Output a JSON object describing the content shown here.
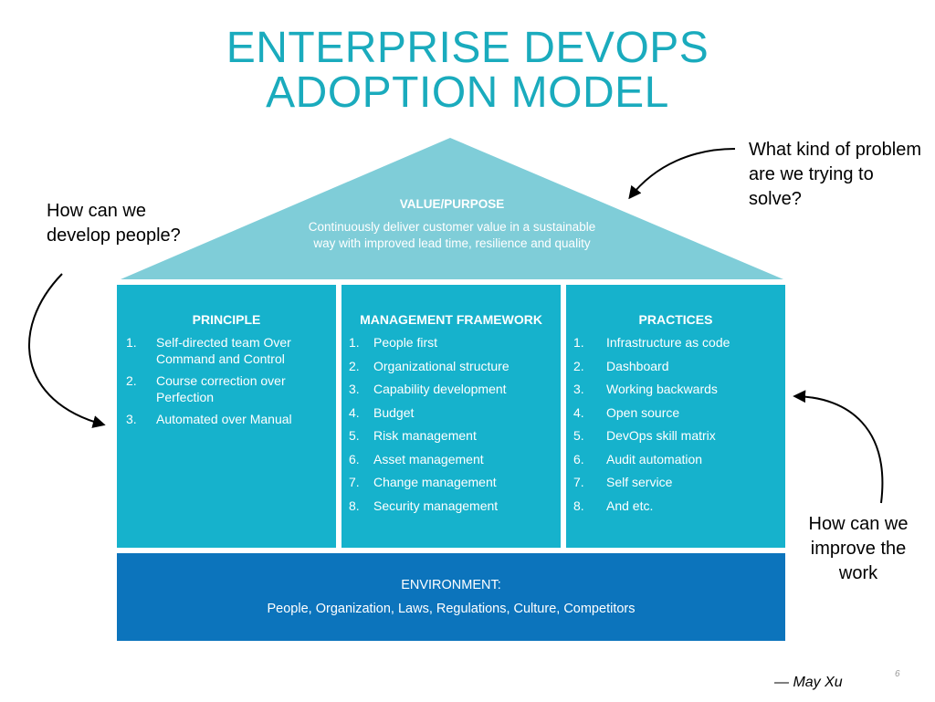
{
  "title": {
    "line1": "ENTERPRISE DEVOPS",
    "line2": "ADOPTION MODEL"
  },
  "roof": {
    "heading": "VALUE/PURPOSE",
    "body": "Continuously deliver customer value in a sustainable way with improved lead time, resilience and quality"
  },
  "columns": [
    {
      "heading": "PRINCIPLE",
      "items": [
        {
          "num": "1.",
          "text": "Self-directed team Over Command and Control"
        },
        {
          "num": "2.",
          "text": "Course correction over Perfection"
        },
        {
          "num": "3.",
          "text": "Automated over Manual"
        }
      ]
    },
    {
      "heading": "MANAGEMENT FRAMEWORK",
      "items": [
        {
          "num": "1.",
          "text": "People first"
        },
        {
          "num": "2.",
          "text": "Organizational structure"
        },
        {
          "num": "3.",
          "text": "Capability development"
        },
        {
          "num": "4.",
          "text": "Budget"
        },
        {
          "num": "5.",
          "text": "Risk management"
        },
        {
          "num": "6.",
          "text": "Asset management"
        },
        {
          "num": "7.",
          "text": "Change management"
        },
        {
          "num": "8.",
          "text": "Security management"
        }
      ]
    },
    {
      "heading": "PRACTICES",
      "items": [
        {
          "num": "1.",
          "text": "Infrastructure as code"
        },
        {
          "num": "2.",
          "text": "Dashboard"
        },
        {
          "num": "3.",
          "text": "Working backwards"
        },
        {
          "num": "4.",
          "text": "Open source"
        },
        {
          "num": "5.",
          "text": "DevOps skill matrix"
        },
        {
          "num": "6.",
          "text": "Audit automation"
        },
        {
          "num": "7.",
          "text": "Self service"
        },
        {
          "num": "8.",
          "text": "And etc."
        }
      ]
    }
  ],
  "environment": {
    "heading": "ENVIRONMENT:",
    "body": "People, Organization, Laws, Regulations, Culture, Competitors"
  },
  "notes": {
    "left": "How can we develop people?",
    "right_top": "What kind of problem are we trying to solve?",
    "right_bottom": "How can we improve the work"
  },
  "author": "— May Xu",
  "page_number": "6",
  "colors": {
    "title": "#1aabbd",
    "roof": "#7fcdd8",
    "pillar": "#16b2cc",
    "foundation": "#0c74bc"
  }
}
